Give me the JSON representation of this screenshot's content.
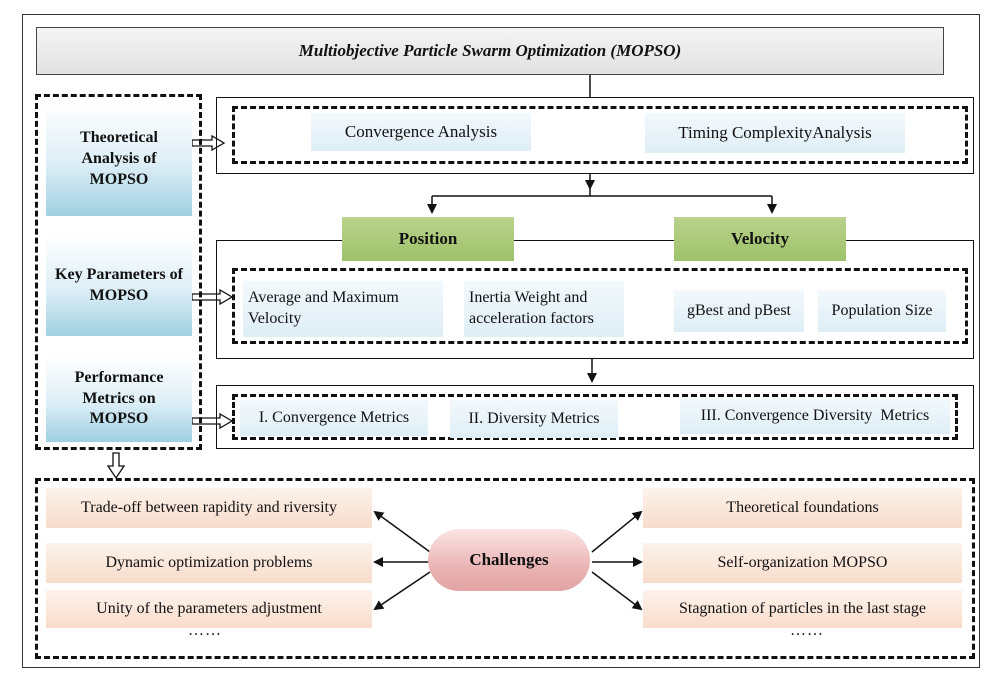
{
  "title": "Multiobjective Particle Swarm Optimization (MOPSO)",
  "left_panel": {
    "theoretical": "Theoretical Analysis of MOPSO",
    "key_parameters": "Key Parameters of MOPSO",
    "performance": "Performance Metrics on MOPSO"
  },
  "analysis": {
    "convergence": "Convergence Analysis",
    "timing": "Timing ComplexityAnalysis"
  },
  "parameters": {
    "position": "Position",
    "velocity": "Velocity",
    "avg_max_velocity": "Average and Maximum Velocity",
    "inertia": "Inertia Weight and acceleration factors",
    "gbest": "gBest and pBest",
    "population": "Population Size"
  },
  "metrics": {
    "convergence": "I. Convergence Metrics",
    "diversity": "II. Diversity Metrics",
    "conv_div": "III. Convergence Diversity  Metrics"
  },
  "challenges": {
    "center": "Challenges",
    "left": [
      "Trade-off between rapidity and riversity",
      "Dynamic optimization problems",
      "Unity of the parameters adjustment"
    ],
    "right": [
      "Theoretical foundations",
      "Self-organization MOPSO",
      "Stagnation of particles in the last stage"
    ],
    "left_ellipsis": "……",
    "right_ellipsis": "……"
  }
}
